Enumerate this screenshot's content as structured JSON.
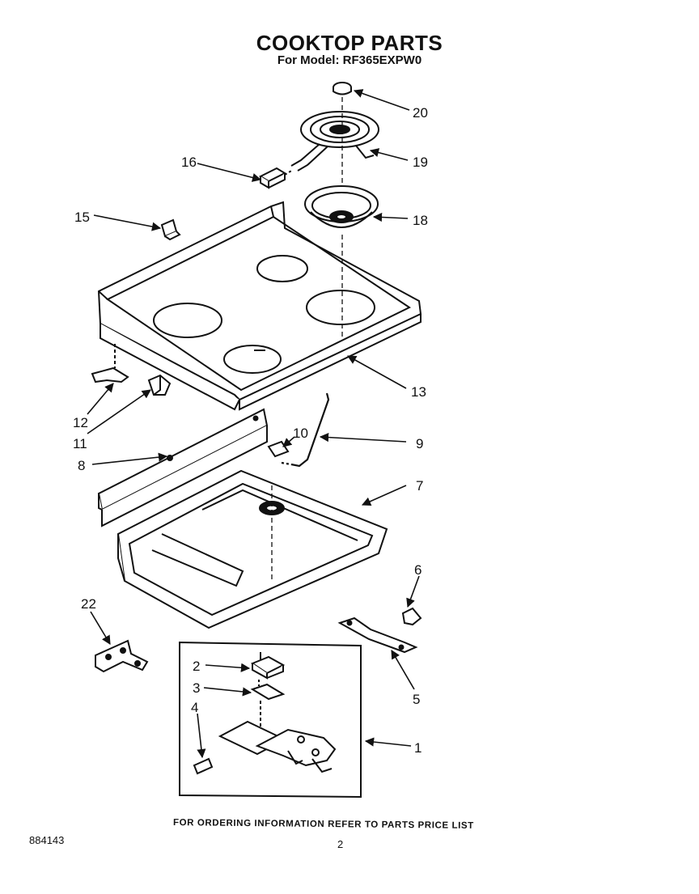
{
  "header": {
    "title": "COOKTOP PARTS",
    "subtitle": "For Model: RF365EXPW0"
  },
  "footer": {
    "ordering_note": "FOR ORDERING INFORMATION REFER TO PARTS PRICE LIST",
    "document_number": "884143",
    "page_number": "2"
  },
  "callouts": {
    "c1": "1",
    "c2": "2",
    "c3": "3",
    "c4": "4",
    "c5": "5",
    "c6": "6",
    "c7": "7",
    "c8": "8",
    "c9": "9",
    "c10": "10",
    "c11": "11",
    "c12": "12",
    "c13": "13",
    "c15": "15",
    "c16": "16",
    "c18": "18",
    "c19": "19",
    "c20": "20",
    "c22": "22"
  }
}
